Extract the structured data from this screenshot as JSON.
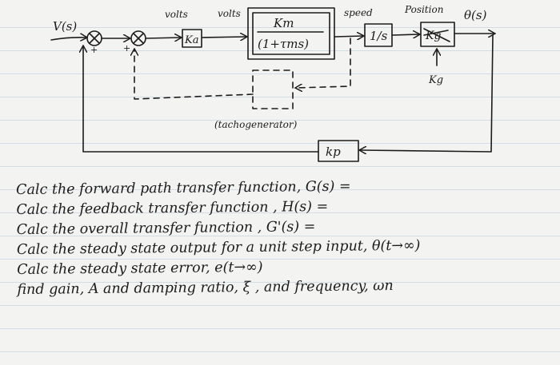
{
  "diagram": {
    "input_label": "V(s)",
    "sum1_sign": "+",
    "sum2_sign": "+",
    "top_label_volts_1": "volts",
    "top_label_volts_2": "volts",
    "top_label_speed": "speed",
    "top_label_position": "Position",
    "output_label": "θ(s)",
    "ka_block": "Ka",
    "motor_block_num": "Km",
    "motor_block_den": "(1+τms)",
    "integrator_block": "1/s",
    "kg_block": "Kg",
    "kg_input_label": "Kg",
    "tachogenerator_label": "(tachogenerator)",
    "kp_block": "kp"
  },
  "questions": [
    "Calc the forward path transfer function, G(s) =",
    "Calc the feedback transfer function , H(s) =",
    "Calc the overall transfer function , G'(s) =",
    "Calc the steady state output for a unit step input, θ(t→∞)",
    "Calc the steady state error, e(t→∞)",
    "find gain, A and damping ratio, ξ , and frequency, ωn"
  ]
}
